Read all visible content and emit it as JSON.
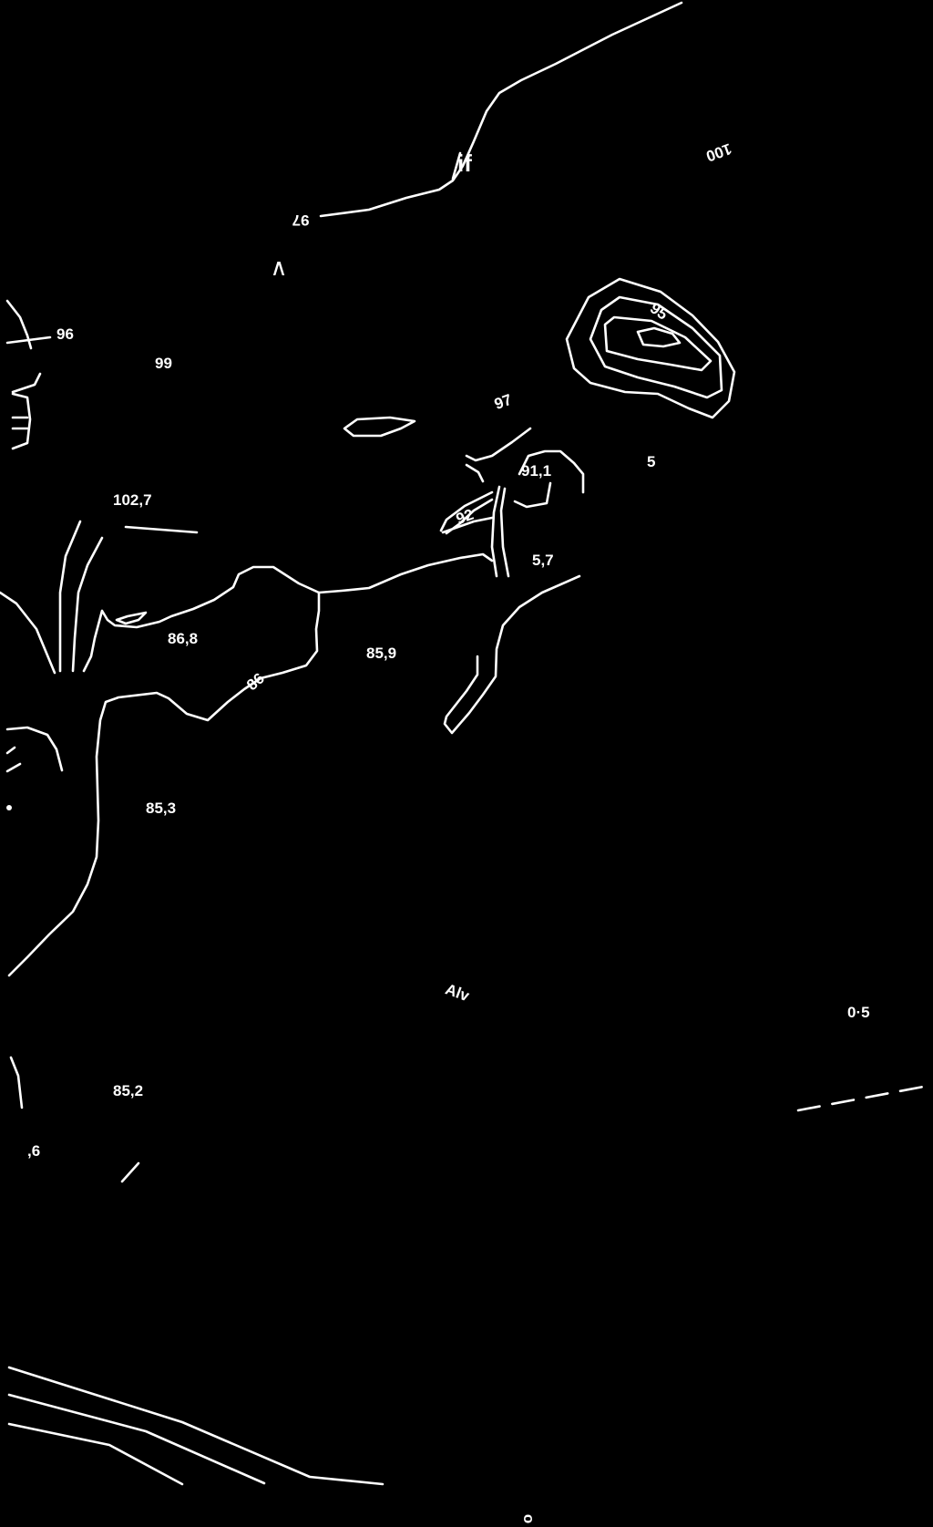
{
  "map": {
    "colors": {
      "background": "#000000",
      "lines": "#ffffff"
    },
    "contour_labels": {
      "c100": "100",
      "c97_top": "97",
      "c96_left": "96",
      "c99": "99",
      "c97_mid": "97",
      "c95": "95",
      "c92": "92",
      "c86": "86"
    },
    "spot_heights": {
      "h102_7": "102,7",
      "h91_1": "91,1",
      "h5": "5",
      "h5_7": "5,7",
      "h86_8": "86,8",
      "h85_9": "85,9",
      "h85_3": "85,3",
      "h85_2": "85,2",
      "h6": ",6"
    },
    "other_text": {
      "if_mark": "if",
      "caret": "∧",
      "alv": "Alv",
      "o5": "0·5",
      "bottom_char": "o"
    }
  }
}
